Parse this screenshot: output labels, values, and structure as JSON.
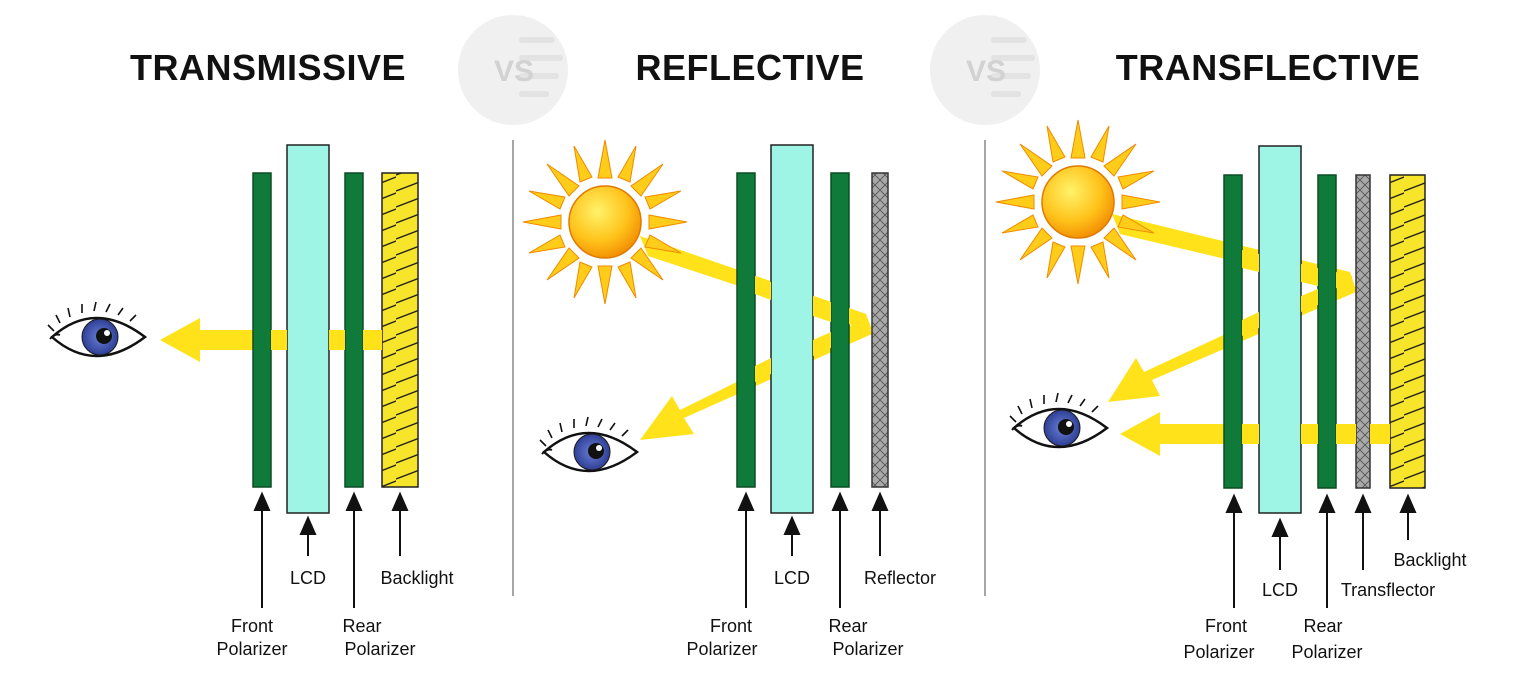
{
  "titles": {
    "transmissive": "TRANSMISSIVE",
    "reflective": "REFLECTIVE",
    "transflective": "TRANSFLECTIVE"
  },
  "vs_label": "VS",
  "labels": {
    "front": [
      "Front",
      "Polarizer"
    ],
    "lcd": "LCD",
    "rear": [
      "Rear",
      "Polarizer"
    ],
    "backlight": "Backlight",
    "reflector": "Reflector",
    "transflector": "Transflector"
  },
  "colors": {
    "polarizer": "#0f7a3a",
    "polarizer_stroke": "#0a4d24",
    "lcd": "#9ef5e6",
    "backlight": "#f7e52c",
    "reflector": "#a9a9a9",
    "light": "#ffe21a",
    "iris": "#4156b4",
    "divider": "#888888",
    "vs_circle": "#efefef"
  }
}
